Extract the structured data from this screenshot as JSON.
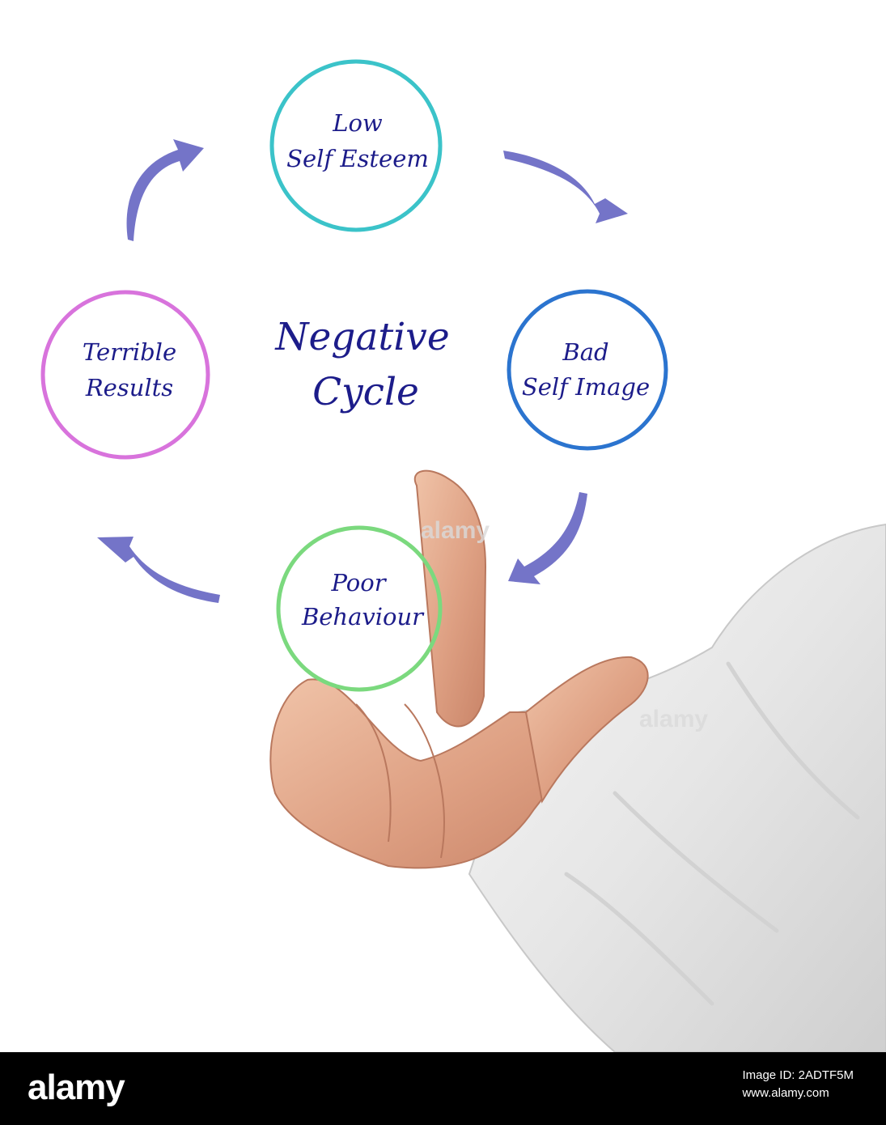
{
  "diagram": {
    "center": [
      "Negative",
      "Cycle"
    ],
    "nodes": [
      {
        "id": "low-self-esteem",
        "lines": [
          "Low",
          "Self Esteem"
        ],
        "color": "#3bc3c9"
      },
      {
        "id": "bad-self-image",
        "lines": [
          "Bad",
          "Self Image"
        ],
        "color": "#2b74cf"
      },
      {
        "id": "poor-behaviour",
        "lines": [
          "Poor",
          "Behaviour"
        ],
        "color": "#7bd97e"
      },
      {
        "id": "terrible-results",
        "lines": [
          "Terrible",
          "Results"
        ],
        "color": "#d873dc"
      }
    ],
    "text_color": "#1c1c8a",
    "arrow_color": "#7474c8"
  },
  "watermarks": [
    "alamy",
    "alamy"
  ],
  "footer": {
    "logo": "alamy",
    "image_id": "Image ID: 2ADTF5M",
    "url": "www.alamy.com"
  }
}
